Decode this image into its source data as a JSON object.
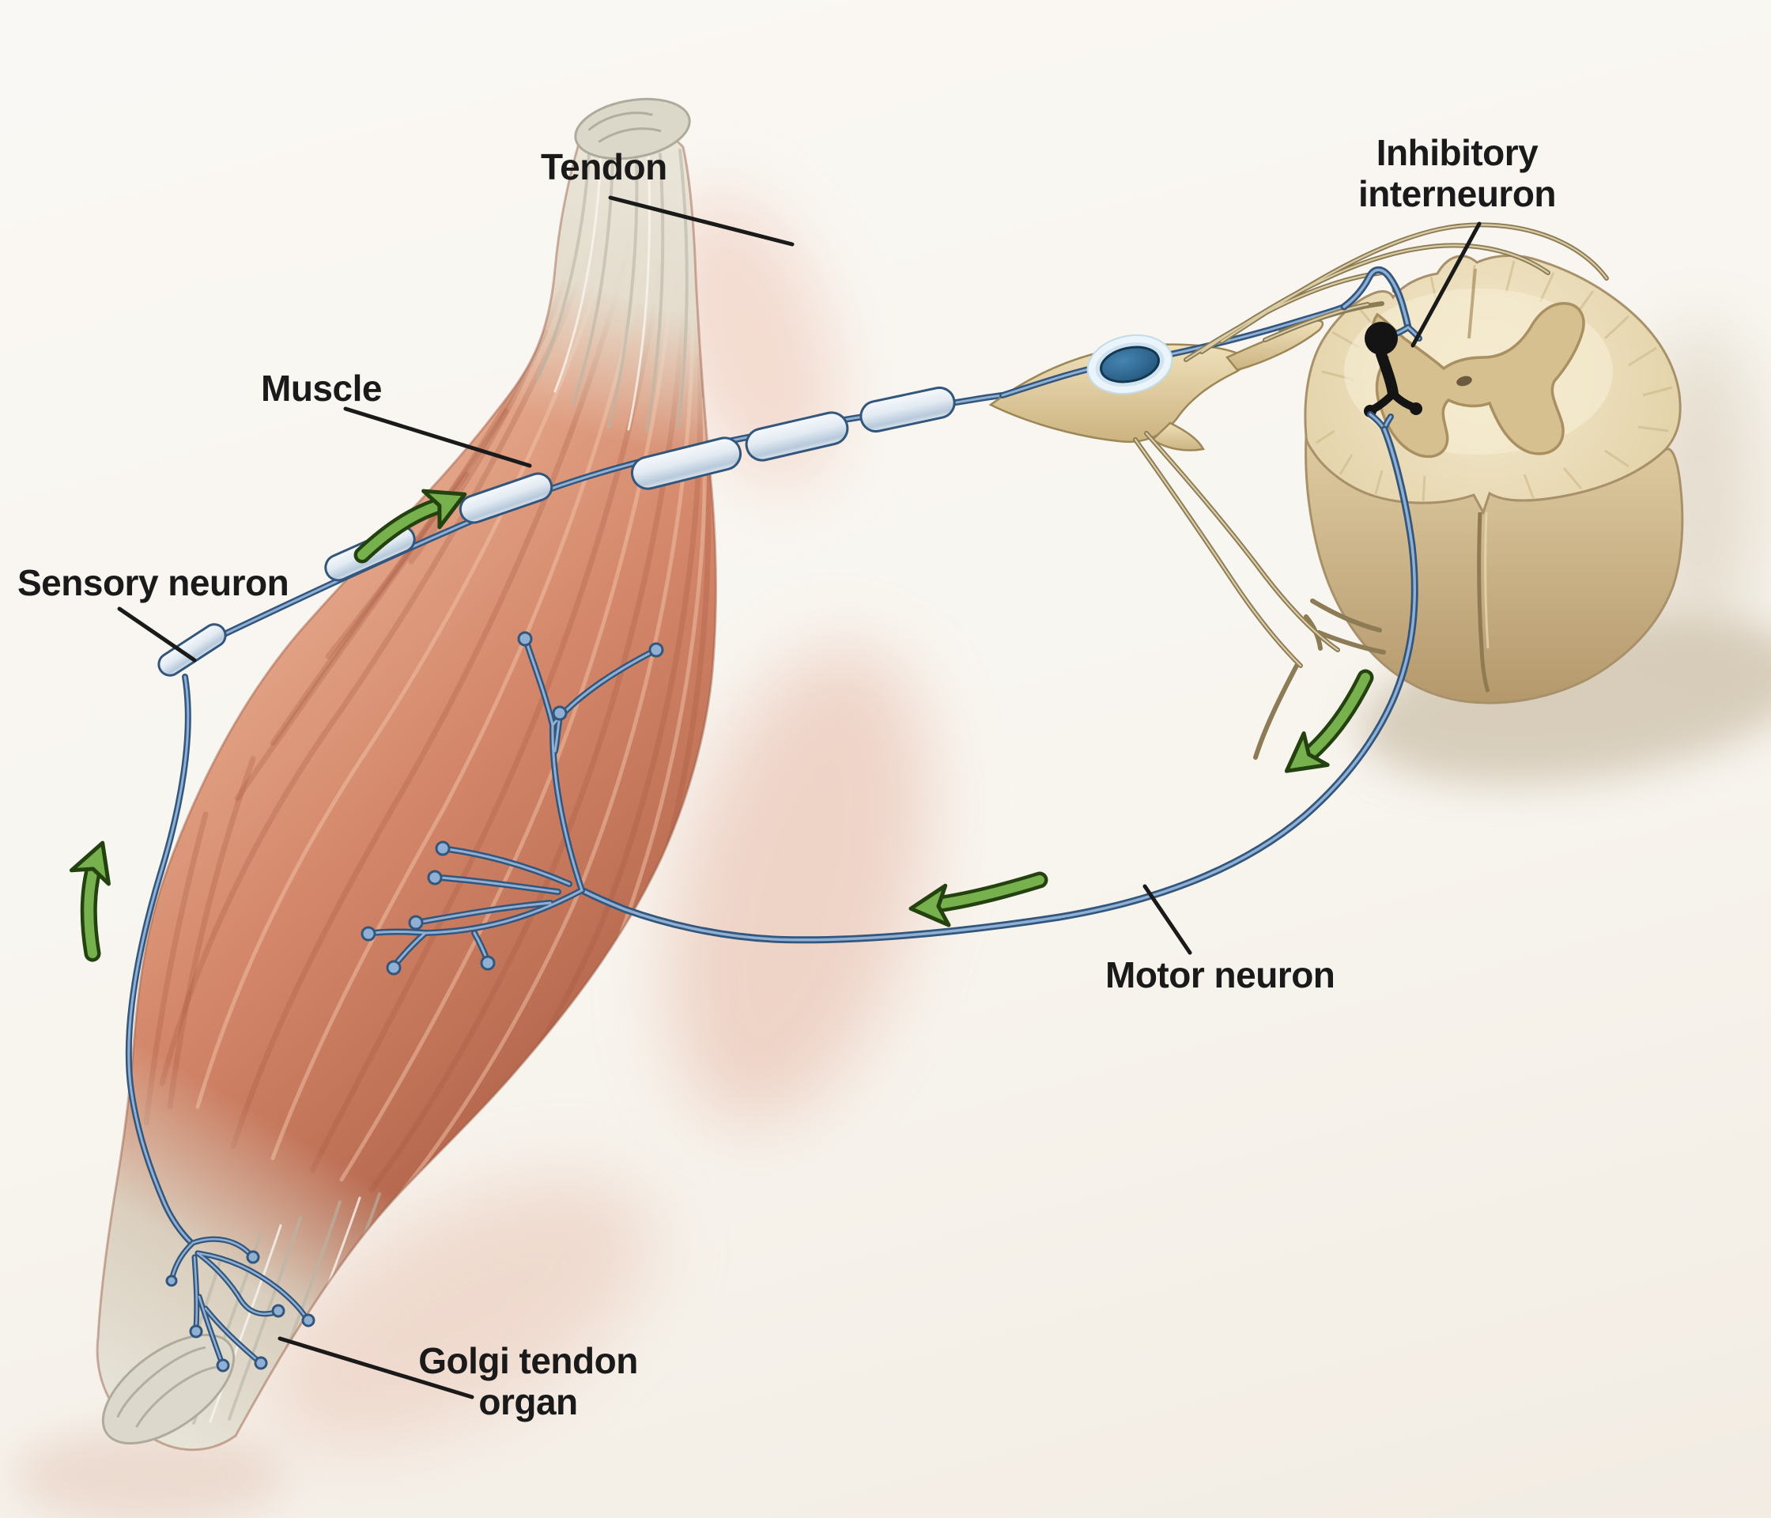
{
  "diagram": {
    "labels": {
      "tendon": "Tendon",
      "muscle": "Muscle",
      "sensory_neuron": "Sensory neuron",
      "inhibitory_interneuron": "Inhibitory\ninterneuron",
      "motor_neuron": "Motor neuron",
      "golgi_tendon_organ": "Golgi tendon\norgan"
    },
    "colors": {
      "bg_top": "#faf8f4",
      "bg_bottom": "#f2ece3",
      "label_text": "#1a1a1a",
      "leader_line": "#1a1a1a",
      "muscle_light": "#eab295",
      "muscle_mid": "#d4876a",
      "muscle_dark": "#a65a42",
      "tendon_light": "#efede4",
      "tendon_mid": "#d6d3c5",
      "tendon_edge": "#b3b0a1",
      "axon_core": "#8fb0d4",
      "axon_outline": "#33567c",
      "myelin_fill": "#eaf0f7",
      "soma_fill": "#2a6288",
      "soma_halo": "#eaf4fa",
      "ganglion": "#e6d5ac",
      "ganglion_edge": "#9c8757",
      "root_fiber": "#8d7b55",
      "cord_face": "#efe2c3",
      "cord_side_top": "#decaa0",
      "cord_side_bottom": "#b89d6f",
      "gray_matter": "#d6c08f",
      "cord_edge": "#a8916a",
      "interneuron": "#141414",
      "arrow_fill": "#77b14d",
      "arrow_edge": "#24420f"
    }
  }
}
